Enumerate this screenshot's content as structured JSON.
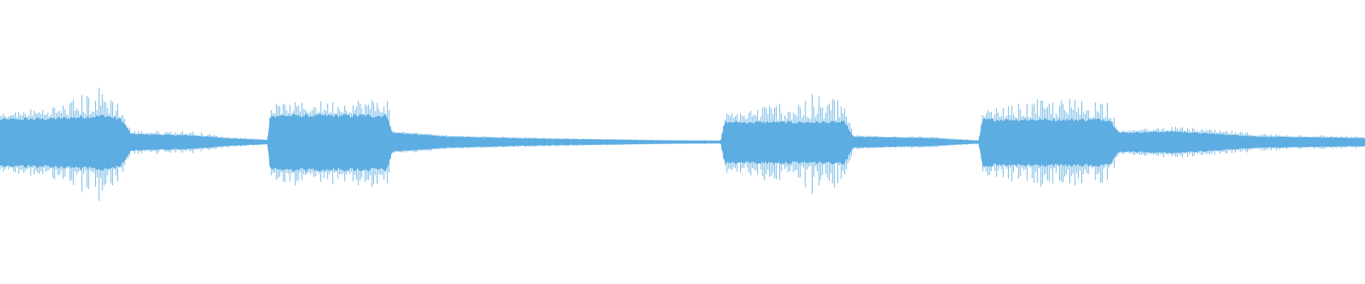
{
  "chart_data": {
    "type": "waveform",
    "color": "#5DADE2",
    "background": "#FFFFFF",
    "amplitude_range": [
      -1,
      1
    ],
    "envelope": [
      {
        "t": 0.0,
        "body": 0.17,
        "peak": 0.2
      },
      {
        "t": 0.045,
        "body": 0.18,
        "peak": 0.27
      },
      {
        "t": 0.077,
        "body": 0.2,
        "peak": 0.42
      },
      {
        "t": 0.089,
        "body": 0.17,
        "peak": 0.25
      },
      {
        "t": 0.096,
        "body": 0.06,
        "peak": 0.08
      },
      {
        "t": 0.14,
        "body": 0.05,
        "peak": 0.08
      },
      {
        "t": 0.165,
        "body": 0.03,
        "peak": 0.04
      },
      {
        "t": 0.196,
        "body": 0.015,
        "peak": 0.02
      },
      {
        "t": 0.198,
        "body": 0.2,
        "peak": 0.27
      },
      {
        "t": 0.284,
        "body": 0.2,
        "peak": 0.32
      },
      {
        "t": 0.287,
        "body": 0.07,
        "peak": 0.08
      },
      {
        "t": 0.33,
        "body": 0.04,
        "peak": 0.05
      },
      {
        "t": 0.4,
        "body": 0.025,
        "peak": 0.03
      },
      {
        "t": 0.49,
        "body": 0.012,
        "peak": 0.015
      },
      {
        "t": 0.528,
        "body": 0.01,
        "peak": 0.012
      },
      {
        "t": 0.531,
        "body": 0.15,
        "peak": 0.2
      },
      {
        "t": 0.59,
        "body": 0.15,
        "peak": 0.34
      },
      {
        "t": 0.619,
        "body": 0.15,
        "peak": 0.33
      },
      {
        "t": 0.625,
        "body": 0.04,
        "peak": 0.05
      },
      {
        "t": 0.68,
        "body": 0.03,
        "peak": 0.04
      },
      {
        "t": 0.717,
        "body": 0.01,
        "peak": 0.012
      },
      {
        "t": 0.72,
        "body": 0.17,
        "peak": 0.22
      },
      {
        "t": 0.76,
        "body": 0.17,
        "peak": 0.3
      },
      {
        "t": 0.813,
        "body": 0.17,
        "peak": 0.32
      },
      {
        "t": 0.82,
        "body": 0.07,
        "peak": 0.08
      },
      {
        "t": 0.86,
        "body": 0.08,
        "peak": 0.11
      },
      {
        "t": 0.925,
        "body": 0.04,
        "peak": 0.06
      },
      {
        "t": 1.0,
        "body": 0.03,
        "peak": 0.04
      }
    ]
  }
}
